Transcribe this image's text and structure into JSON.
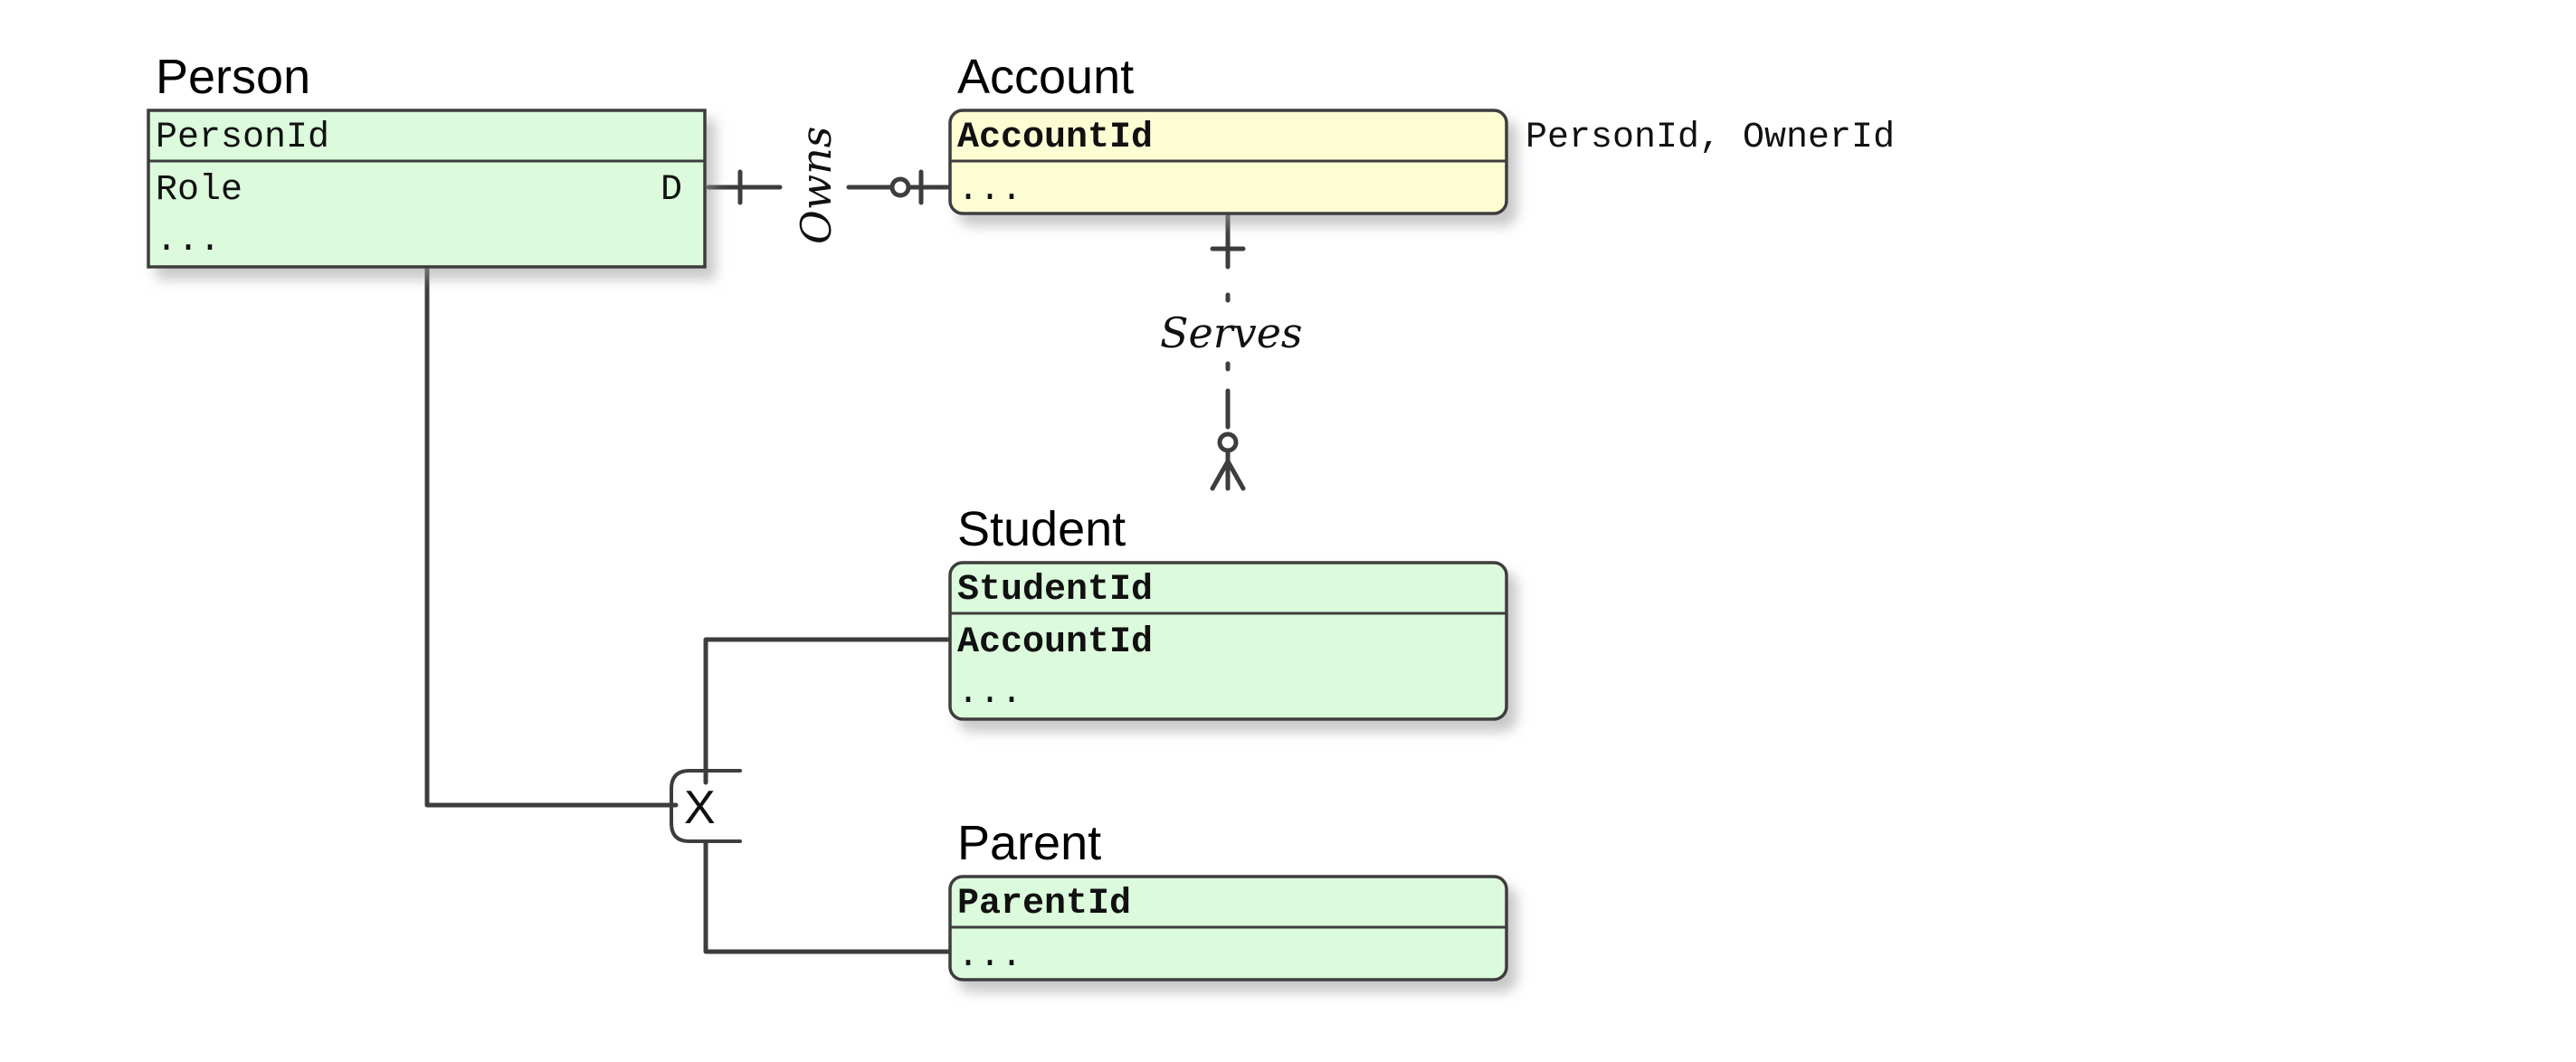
{
  "entities": {
    "person": {
      "title": "Person",
      "key": "PersonId",
      "attr": "Role",
      "attr_flag": "D",
      "more": "..."
    },
    "account": {
      "title": "Account",
      "key": "AccountId",
      "more": "...",
      "note": "PersonId, OwnerId"
    },
    "student": {
      "title": "Student",
      "key": "StudentId",
      "attr": "AccountId",
      "more": "..."
    },
    "parent": {
      "title": "Parent",
      "key": "ParentId",
      "more": "..."
    }
  },
  "relationships": {
    "owns": "Owns",
    "serves": "Serves"
  },
  "subtype": {
    "label": "X"
  },
  "colors": {
    "entity_fill": "#dcfadc",
    "account_fill": "#fdfdd4",
    "line": "#3d3d3d",
    "shadow": "#d0d0d0"
  }
}
